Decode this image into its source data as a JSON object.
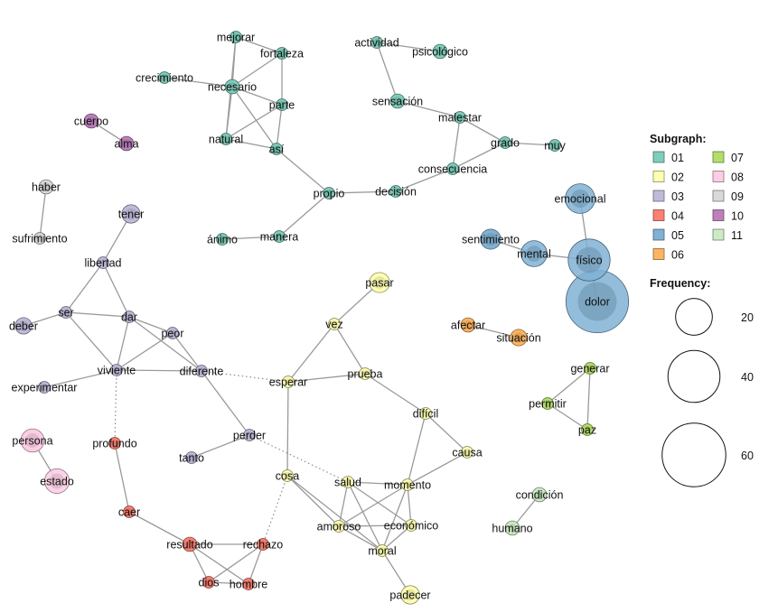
{
  "colors": {
    "01": "#7fcdbb",
    "02": "#ffffb3",
    "03": "#bebada",
    "04": "#fb8072",
    "05": "#80b1d3",
    "06": "#fdb462",
    "07": "#b3de69",
    "08": "#fccde5",
    "09": "#d9d9d9",
    "10": "#bc80bd",
    "11": "#ccebc5"
  },
  "legend": {
    "subgraph_title": "Subgraph:",
    "groups": [
      "01",
      "02",
      "03",
      "04",
      "05",
      "06",
      "07",
      "08",
      "09",
      "10",
      "11"
    ],
    "frequency_title": "Frequency:",
    "frequency_values": [
      20,
      40,
      60
    ]
  },
  "nodes": [
    {
      "id": "mejorar",
      "group": "01",
      "freq": 2
    },
    {
      "id": "fortaleza",
      "group": "01",
      "freq": 2
    },
    {
      "id": "crecimiento",
      "group": "01",
      "freq": 2
    },
    {
      "id": "necesario",
      "group": "01",
      "freq": 3
    },
    {
      "id": "parte",
      "group": "01",
      "freq": 2
    },
    {
      "id": "natural",
      "group": "01",
      "freq": 2
    },
    {
      "id": "así",
      "group": "01",
      "freq": 2
    },
    {
      "id": "propio",
      "group": "01",
      "freq": 2
    },
    {
      "id": "ánimo",
      "group": "01",
      "freq": 2
    },
    {
      "id": "manera",
      "group": "01",
      "freq": 2
    },
    {
      "id": "actividad",
      "group": "01",
      "freq": 2
    },
    {
      "id": "psicológico",
      "group": "01",
      "freq": 3
    },
    {
      "id": "sensación",
      "group": "01",
      "freq": 3
    },
    {
      "id": "malestar",
      "group": "01",
      "freq": 2
    },
    {
      "id": "grado",
      "group": "01",
      "freq": 2
    },
    {
      "id": "muy",
      "group": "01",
      "freq": 2
    },
    {
      "id": "consecuencia",
      "group": "01",
      "freq": 2
    },
    {
      "id": "decisión",
      "group": "01",
      "freq": 2
    },
    {
      "id": "pasar",
      "group": "02",
      "freq": 6
    },
    {
      "id": "vez",
      "group": "02",
      "freq": 2
    },
    {
      "id": "esperar",
      "group": "02",
      "freq": 2
    },
    {
      "id": "prueba",
      "group": "02",
      "freq": 2
    },
    {
      "id": "difícil",
      "group": "02",
      "freq": 2
    },
    {
      "id": "causa",
      "group": "02",
      "freq": 2
    },
    {
      "id": "cosa",
      "group": "02",
      "freq": 2
    },
    {
      "id": "salud",
      "group": "02",
      "freq": 2
    },
    {
      "id": "momento",
      "group": "02",
      "freq": 2
    },
    {
      "id": "amoroso",
      "group": "02",
      "freq": 2
    },
    {
      "id": "económico",
      "group": "02",
      "freq": 2
    },
    {
      "id": "moral",
      "group": "02",
      "freq": 2
    },
    {
      "id": "padecer",
      "group": "02",
      "freq": 5
    },
    {
      "id": "tener",
      "group": "03",
      "freq": 5
    },
    {
      "id": "libertad",
      "group": "03",
      "freq": 2
    },
    {
      "id": "ser",
      "group": "03",
      "freq": 2
    },
    {
      "id": "dar",
      "group": "03",
      "freq": 2
    },
    {
      "id": "deber",
      "group": "03",
      "freq": 4
    },
    {
      "id": "peor",
      "group": "03",
      "freq": 2
    },
    {
      "id": "viviente",
      "group": "03",
      "freq": 2
    },
    {
      "id": "diferente",
      "group": "03",
      "freq": 2
    },
    {
      "id": "experimentar",
      "group": "03",
      "freq": 2
    },
    {
      "id": "perder",
      "group": "03",
      "freq": 2
    },
    {
      "id": "tanto",
      "group": "03",
      "freq": 2
    },
    {
      "id": "profundo",
      "group": "04",
      "freq": 2
    },
    {
      "id": "caer",
      "group": "04",
      "freq": 2
    },
    {
      "id": "resultado",
      "group": "04",
      "freq": 3
    },
    {
      "id": "rechazo",
      "group": "04",
      "freq": 2
    },
    {
      "id": "dios",
      "group": "04",
      "freq": 2
    },
    {
      "id": "hombre",
      "group": "04",
      "freq": 2
    },
    {
      "id": "emocional",
      "group": "05",
      "freq": 13
    },
    {
      "id": "sentimiento",
      "group": "05",
      "freq": 6
    },
    {
      "id": "mental",
      "group": "05",
      "freq": 10
    },
    {
      "id": "físico",
      "group": "05",
      "freq": 26
    },
    {
      "id": "dolor",
      "group": "05",
      "freq": 58
    },
    {
      "id": "afectar",
      "group": "06",
      "freq": 3
    },
    {
      "id": "situación",
      "group": "06",
      "freq": 4
    },
    {
      "id": "generar",
      "group": "07",
      "freq": 2
    },
    {
      "id": "permitir",
      "group": "07",
      "freq": 2
    },
    {
      "id": "paz",
      "group": "07",
      "freq": 2
    },
    {
      "id": "persona",
      "group": "08",
      "freq": 8
    },
    {
      "id": "estado",
      "group": "08",
      "freq": 9
    },
    {
      "id": "haber",
      "group": "09",
      "freq": 3
    },
    {
      "id": "sufrimiento",
      "group": "09",
      "freq": 2
    },
    {
      "id": "cuerpo",
      "group": "10",
      "freq": 3
    },
    {
      "id": "alma",
      "group": "10",
      "freq": 3
    },
    {
      "id": "condición",
      "group": "11",
      "freq": 3
    },
    {
      "id": "humano",
      "group": "11",
      "freq": 3
    }
  ],
  "edges": [
    {
      "source": "mejorar",
      "target": "fortaleza",
      "style": "solid"
    },
    {
      "source": "mejorar",
      "target": "necesario",
      "style": "solid"
    },
    {
      "source": "mejorar",
      "target": "natural",
      "style": "solid"
    },
    {
      "source": "fortaleza",
      "target": "necesario",
      "style": "solid"
    },
    {
      "source": "fortaleza",
      "target": "parte",
      "style": "solid"
    },
    {
      "source": "crecimiento",
      "target": "necesario",
      "style": "solid"
    },
    {
      "source": "necesario",
      "target": "parte",
      "style": "solid"
    },
    {
      "source": "necesario",
      "target": "natural",
      "style": "solid"
    },
    {
      "source": "necesario",
      "target": "así",
      "style": "solid"
    },
    {
      "source": "parte",
      "target": "así",
      "style": "solid"
    },
    {
      "source": "natural",
      "target": "parte",
      "style": "solid"
    },
    {
      "source": "natural",
      "target": "así",
      "style": "solid"
    },
    {
      "source": "así",
      "target": "propio",
      "style": "solid"
    },
    {
      "source": "propio",
      "target": "manera",
      "style": "solid"
    },
    {
      "source": "manera",
      "target": "ánimo",
      "style": "solid"
    },
    {
      "source": "propio",
      "target": "decisión",
      "style": "solid"
    },
    {
      "source": "decisión",
      "target": "consecuencia",
      "style": "solid"
    },
    {
      "source": "consecuencia",
      "target": "malestar",
      "style": "solid"
    },
    {
      "source": "consecuencia",
      "target": "grado",
      "style": "solid"
    },
    {
      "source": "grado",
      "target": "malestar",
      "style": "solid"
    },
    {
      "source": "grado",
      "target": "muy",
      "style": "solid"
    },
    {
      "source": "malestar",
      "target": "sensación",
      "style": "solid"
    },
    {
      "source": "sensación",
      "target": "actividad",
      "style": "solid"
    },
    {
      "source": "actividad",
      "target": "psicológico",
      "style": "solid"
    },
    {
      "source": "cuerpo",
      "target": "alma",
      "style": "solid"
    },
    {
      "source": "haber",
      "target": "sufrimiento",
      "style": "solid"
    },
    {
      "source": "tener",
      "target": "libertad",
      "style": "solid"
    },
    {
      "source": "libertad",
      "target": "ser",
      "style": "solid"
    },
    {
      "source": "libertad",
      "target": "dar",
      "style": "solid"
    },
    {
      "source": "ser",
      "target": "deber",
      "style": "solid"
    },
    {
      "source": "ser",
      "target": "dar",
      "style": "solid"
    },
    {
      "source": "ser",
      "target": "viviente",
      "style": "solid"
    },
    {
      "source": "dar",
      "target": "viviente",
      "style": "solid"
    },
    {
      "source": "dar",
      "target": "peor",
      "style": "solid"
    },
    {
      "source": "dar",
      "target": "diferente",
      "style": "solid"
    },
    {
      "source": "peor",
      "target": "viviente",
      "style": "solid"
    },
    {
      "source": "peor",
      "target": "diferente",
      "style": "solid"
    },
    {
      "source": "viviente",
      "target": "diferente",
      "style": "solid"
    },
    {
      "source": "viviente",
      "target": "experimentar",
      "style": "solid"
    },
    {
      "source": "diferente",
      "target": "perder",
      "style": "solid"
    },
    {
      "source": "perder",
      "target": "tanto",
      "style": "solid"
    },
    {
      "source": "emocional",
      "target": "físico",
      "style": "solid"
    },
    {
      "source": "sentimiento",
      "target": "mental",
      "style": "solid"
    },
    {
      "source": "mental",
      "target": "físico",
      "style": "solid"
    },
    {
      "source": "físico",
      "target": "dolor",
      "style": "solid"
    },
    {
      "source": "afectar",
      "target": "situación",
      "style": "solid"
    },
    {
      "source": "pasar",
      "target": "vez",
      "style": "solid"
    },
    {
      "source": "vez",
      "target": "esperar",
      "style": "solid"
    },
    {
      "source": "vez",
      "target": "prueba",
      "style": "solid"
    },
    {
      "source": "esperar",
      "target": "prueba",
      "style": "solid"
    },
    {
      "source": "esperar",
      "target": "cosa",
      "style": "solid"
    },
    {
      "source": "prueba",
      "target": "difícil",
      "style": "solid"
    },
    {
      "source": "difícil",
      "target": "causa",
      "style": "solid"
    },
    {
      "source": "difícil",
      "target": "momento",
      "style": "solid"
    },
    {
      "source": "causa",
      "target": "momento",
      "style": "solid"
    },
    {
      "source": "cosa",
      "target": "amoroso",
      "style": "solid"
    },
    {
      "source": "cosa",
      "target": "moral",
      "style": "solid"
    },
    {
      "source": "salud",
      "target": "momento",
      "style": "solid"
    },
    {
      "source": "salud",
      "target": "amoroso",
      "style": "solid"
    },
    {
      "source": "salud",
      "target": "económico",
      "style": "solid"
    },
    {
      "source": "salud",
      "target": "moral",
      "style": "solid"
    },
    {
      "source": "momento",
      "target": "amoroso",
      "style": "solid"
    },
    {
      "source": "momento",
      "target": "económico",
      "style": "solid"
    },
    {
      "source": "momento",
      "target": "moral",
      "style": "solid"
    },
    {
      "source": "amoroso",
      "target": "económico",
      "style": "solid"
    },
    {
      "source": "amoroso",
      "target": "moral",
      "style": "solid"
    },
    {
      "source": "económico",
      "target": "moral",
      "style": "solid"
    },
    {
      "source": "moral",
      "target": "padecer",
      "style": "solid"
    },
    {
      "source": "caer",
      "target": "profundo",
      "style": "solid"
    },
    {
      "source": "caer",
      "target": "resultado",
      "style": "solid"
    },
    {
      "source": "resultado",
      "target": "rechazo",
      "style": "solid"
    },
    {
      "source": "resultado",
      "target": "dios",
      "style": "solid"
    },
    {
      "source": "resultado",
      "target": "hombre",
      "style": "solid"
    },
    {
      "source": "rechazo",
      "target": "dios",
      "style": "solid"
    },
    {
      "source": "rechazo",
      "target": "hombre",
      "style": "solid"
    },
    {
      "source": "dios",
      "target": "hombre",
      "style": "solid"
    },
    {
      "source": "generar",
      "target": "permitir",
      "style": "solid"
    },
    {
      "source": "generar",
      "target": "paz",
      "style": "solid"
    },
    {
      "source": "permitir",
      "target": "paz",
      "style": "solid"
    },
    {
      "source": "persona",
      "target": "estado",
      "style": "solid"
    },
    {
      "source": "condición",
      "target": "humano",
      "style": "solid"
    },
    {
      "source": "viviente",
      "target": "profundo",
      "style": "dotted"
    },
    {
      "source": "diferente",
      "target": "esperar",
      "style": "dotted"
    },
    {
      "source": "perder",
      "target": "salud",
      "style": "dotted"
    },
    {
      "source": "cosa",
      "target": "rechazo",
      "style": "dotted"
    }
  ]
}
